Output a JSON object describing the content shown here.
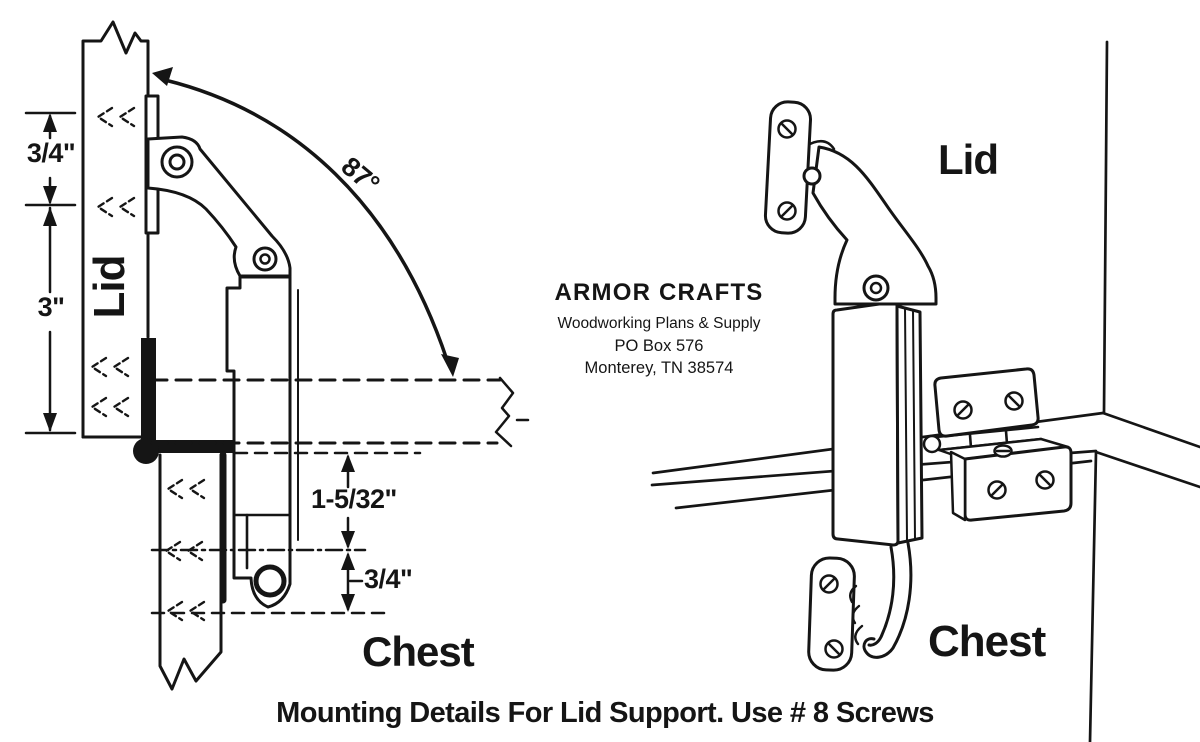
{
  "colors": {
    "ink": "#151515",
    "paper": "#ffffff"
  },
  "left_view": {
    "lid_label": "Lid",
    "chest_label": "Chest",
    "dim_top": "3/4\"",
    "dim_middle": "3\"",
    "open_angle": "87°",
    "dim_slide": "1-5/32\"",
    "dim_screw": "3/4\""
  },
  "right_view": {
    "lid_label": "Lid",
    "chest_label": "Chest"
  },
  "publisher": {
    "name": "ARMOR CRAFTS",
    "tagline": "Woodworking Plans & Supply",
    "address_line1": "PO Box 576",
    "address_line2": "Monterey, TN 38574"
  },
  "caption": "Mounting Details For Lid Support. Use # 8 Screws"
}
